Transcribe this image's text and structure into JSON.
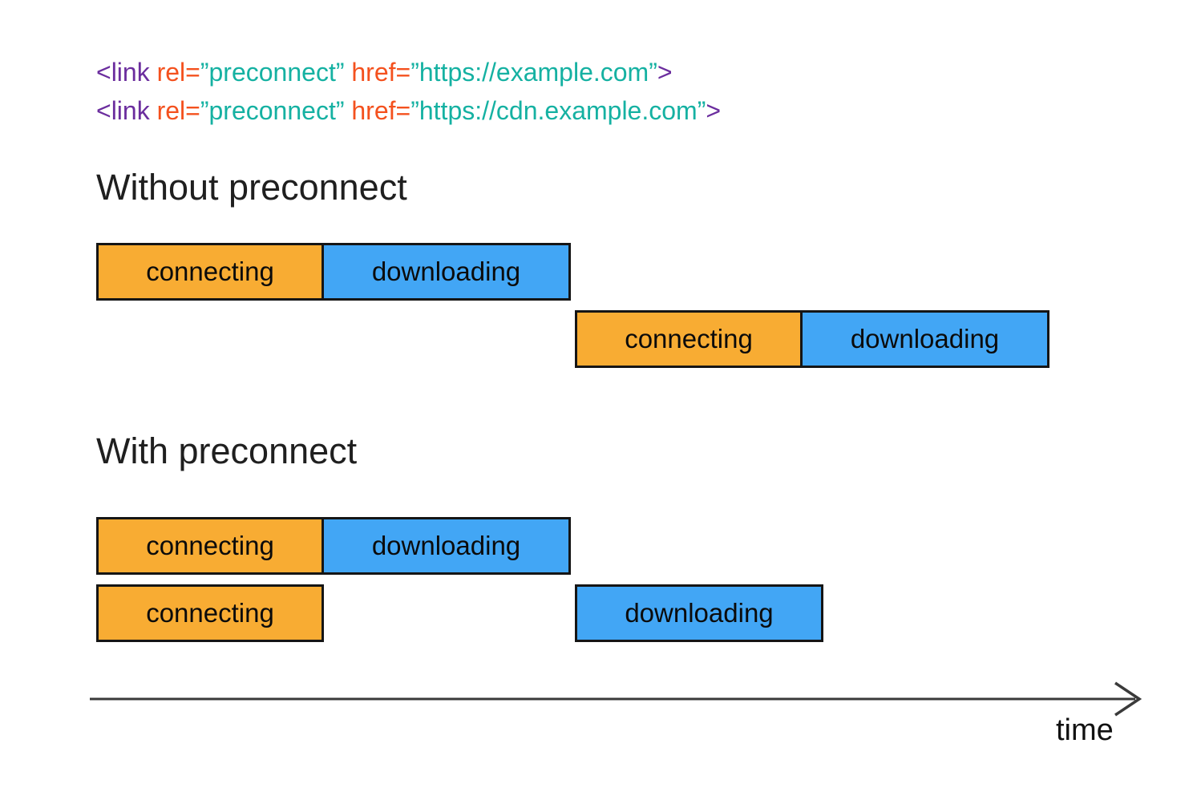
{
  "code": {
    "lines": [
      {
        "tokens": [
          {
            "text": "<link ",
            "type": "tag"
          },
          {
            "text": "rel=",
            "type": "attr"
          },
          {
            "text": "”preconnect” ",
            "type": "value"
          },
          {
            "text": "href=",
            "type": "attr"
          },
          {
            "text": "”https://example.com”",
            "type": "value"
          },
          {
            "text": ">",
            "type": "tag"
          }
        ]
      },
      {
        "tokens": [
          {
            "text": "<link ",
            "type": "tag"
          },
          {
            "text": "rel=",
            "type": "attr"
          },
          {
            "text": "”preconnect” ",
            "type": "value"
          },
          {
            "text": "href=",
            "type": "attr"
          },
          {
            "text": "”https://cdn.example.com”",
            "type": "value"
          },
          {
            "text": ">",
            "type": "tag"
          }
        ]
      }
    ]
  },
  "sections": {
    "without": {
      "heading": "Without preconnect",
      "bars": [
        {
          "segments": [
            {
              "label": "connecting"
            },
            {
              "label": "downloading"
            }
          ]
        },
        {
          "segments": [
            {
              "label": "connecting"
            },
            {
              "label": "downloading"
            }
          ]
        }
      ]
    },
    "with": {
      "heading": "With preconnect",
      "bars": [
        {
          "segments": [
            {
              "label": "connecting"
            },
            {
              "label": "downloading"
            }
          ]
        },
        {
          "segments": [
            {
              "label": "connecting"
            },
            {
              "label": "downloading"
            }
          ]
        }
      ]
    }
  },
  "axis": {
    "label": "time"
  },
  "colors": {
    "connecting_fill": "#F8AC33",
    "downloading_fill": "#42A6F5",
    "segment_border": "#151515",
    "code_tag": "#6B2D9E",
    "code_attribute": "#F4511E",
    "code_value": "#15B1A2",
    "heading_text": "#1F1F1F",
    "axis_stroke": "#3A3A3A"
  }
}
